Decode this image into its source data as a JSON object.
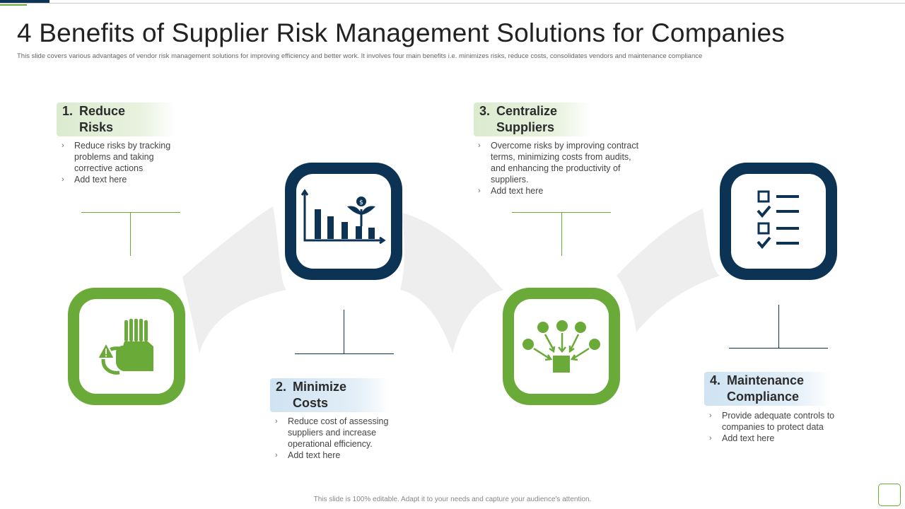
{
  "slide": {
    "title": "4 Benefits of Supplier Risk Management Solutions for Companies",
    "subtitle": "This slide covers various advantages of vendor risk management solutions for improving efficiency and better work. It involves four main benefits i.e. minimizes risks, reduce costs,  consolidates vendors and maintenance compliance",
    "footer": "This slide is 100% editable. Adapt it to your needs and capture your audience's attention."
  },
  "benefits": [
    {
      "number": "1.",
      "line1": "Reduce",
      "line2": "Risks",
      "bullets": [
        "Reduce risks by tracking problems and taking corrective actions",
        "Add text here"
      ],
      "icon": "hand-warning-icon"
    },
    {
      "number": "2.",
      "line1": "Minimize",
      "line2": "Costs",
      "bullets": [
        "Reduce cost of assessing suppliers and increase operational efficiency.",
        "Add text here"
      ],
      "icon": "bar-chart-growth-icon"
    },
    {
      "number": "3.",
      "line1": "Centralize",
      "line2": "Suppliers",
      "bullets": [
        "Overcome risks by improving contract terms, minimizing costs from audits, and enhancing the productivity of suppliers.",
        "Add text here"
      ],
      "icon": "consolidation-network-icon"
    },
    {
      "number": "4.",
      "line1": "Maintenance",
      "line2": "Compliance",
      "bullets": [
        "Provide adequate  controls to companies to protect data",
        "Add text here"
      ],
      "icon": "checklist-icon"
    }
  ],
  "bullet_glyph": "›",
  "colors": {
    "navy": "#0c3254",
    "green": "#6aaa38",
    "heading_green_bg": "#dbebcf",
    "heading_blue_bg": "#cfe3f2",
    "band_gray": "#ededed"
  }
}
